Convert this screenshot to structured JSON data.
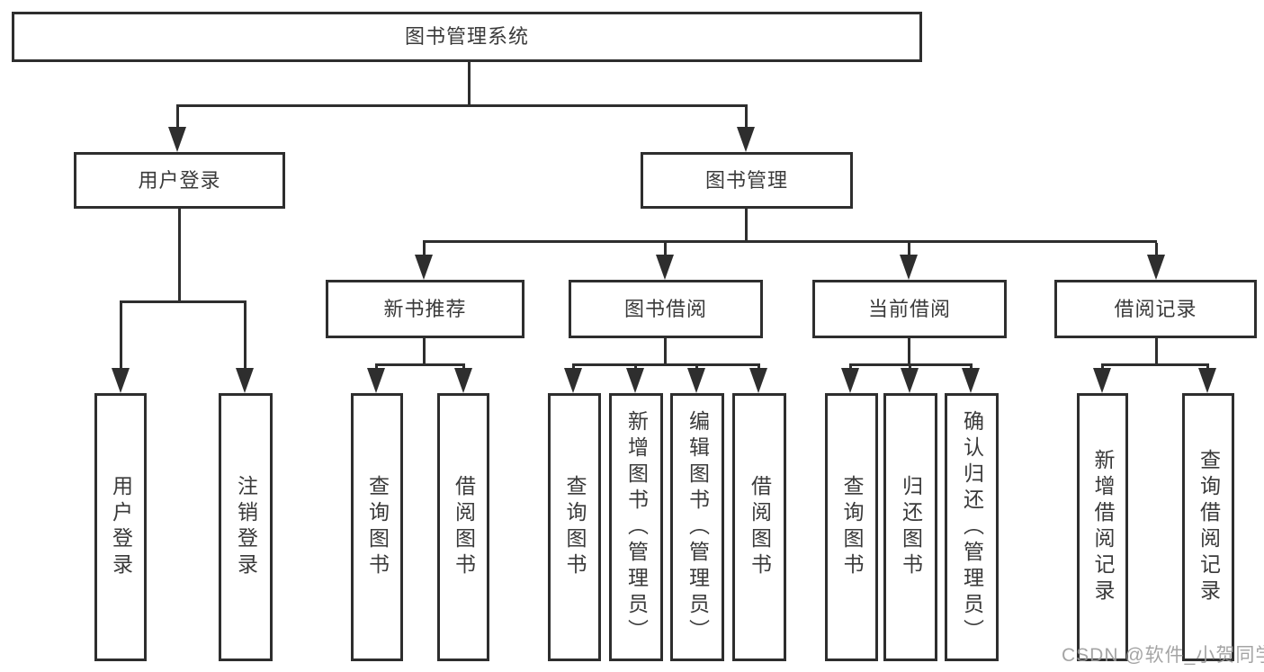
{
  "colors": {
    "line": "#2e2e2e",
    "text": "#3a3a3a",
    "background": "#ffffff",
    "watermark": "#9b9b9b"
  },
  "diagram": {
    "root": {
      "label": "图书管理系统"
    },
    "level2": {
      "user_login": {
        "label": "用户登录"
      },
      "book_management": {
        "label": "图书管理"
      }
    },
    "level3": {
      "new_book_recommend": {
        "label": "新书推荐"
      },
      "book_borrowing": {
        "label": "图书借阅"
      },
      "current_borrowing": {
        "label": "当前借阅"
      },
      "borrowing_records": {
        "label": "借阅记录"
      }
    },
    "leaves": {
      "user_login_login": {
        "label": "用户登录"
      },
      "user_login_logout": {
        "label": "注销登录"
      },
      "new_book_query": {
        "label": "查询图书"
      },
      "new_book_borrow": {
        "label": "借阅图书"
      },
      "borrow_query": {
        "label": "查询图书"
      },
      "borrow_add": {
        "label": "新增图书（管理员）"
      },
      "borrow_edit": {
        "label": "编辑图书（管理员）"
      },
      "borrow_borrow": {
        "label": "借阅图书"
      },
      "current_query": {
        "label": "查询图书"
      },
      "current_return": {
        "label": "归还图书"
      },
      "current_confirm": {
        "label": "确认归还（管理员）"
      },
      "records_add": {
        "label": "新增借阅记录"
      },
      "records_query": {
        "label": "查询借阅记录"
      }
    }
  },
  "watermark": {
    "text": "CSDN @软件_小贺同学"
  }
}
